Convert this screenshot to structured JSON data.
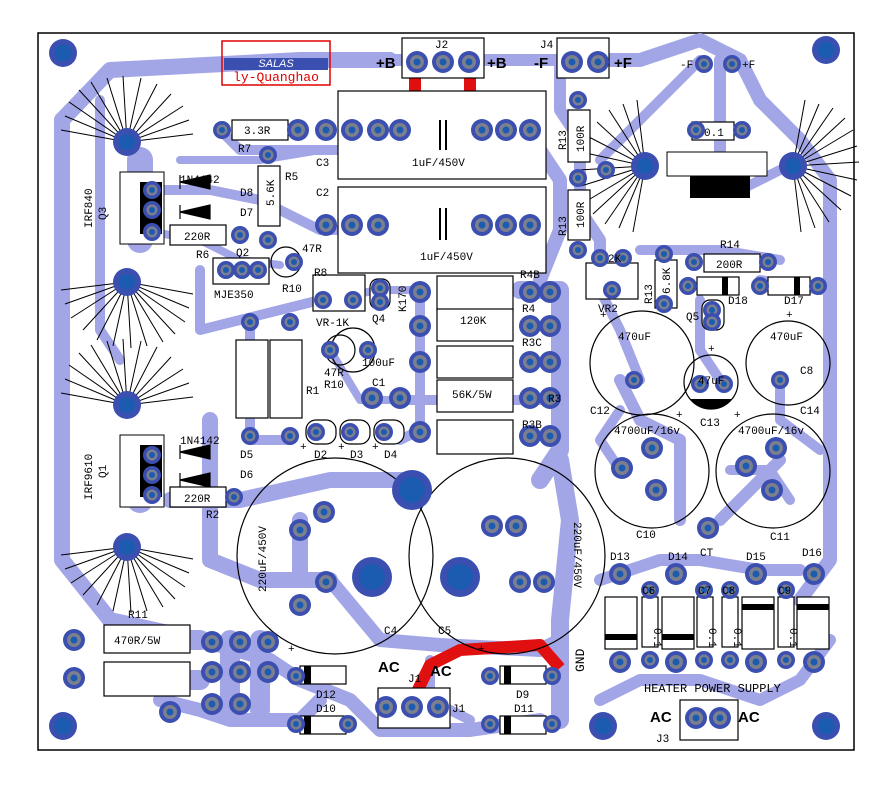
{
  "colors": {
    "trace": "#a3a6e6",
    "pad_outer": "#3b4fb0",
    "pad_mid": "#7b7f8e",
    "pad_hole": "#1c5cb0",
    "jumper": "#e01010",
    "outline": "#000000",
    "credit_box": "#e00000"
  },
  "credit": {
    "author": "SALAS",
    "modder": "ly-Quanghao"
  },
  "labels": {
    "j2": "J2",
    "b_plus_left": "+B",
    "b_plus_right": "+B",
    "j4": "J4",
    "f_minus": "-F",
    "f_plus": "+F",
    "f_minus_small": "-F",
    "f_plus_small": "+F",
    "r7_val": "3.3R",
    "r7": "R7",
    "c3": "C3",
    "c3_val": "1uF/450V",
    "r5": "R5",
    "r5_val": "5.6K",
    "c2": "C2",
    "c2_val": "1uF/450V",
    "d8_part": "1N4142",
    "d8": "D8",
    "d7": "D7",
    "irf840": "IRF840",
    "q3": "Q3",
    "r6_val": "220R",
    "r6": "R6",
    "q2": "Q2",
    "mje350": "MJE350",
    "r10_top_val": "47R",
    "r10_top": "R10",
    "r8": "R8",
    "vr1k": "VR-1K",
    "q4": "Q4",
    "k170": "K170",
    "r4b": "R4B",
    "r4": "R4",
    "r4_val": "120K",
    "r3c": "R3C",
    "r3": "R3",
    "r3_val": "56K/5W",
    "r3b": "R3B",
    "r10_val": "47R",
    "r10": "R10",
    "c1_val": "100uF",
    "c1": "C1",
    "r1": "R1",
    "d5_part": "1N4142",
    "d5": "D5",
    "d6": "D6",
    "irf9610": "IRF9610",
    "q1": "Q1",
    "r2_val": "220R",
    "r2": "R2",
    "d2": "D2",
    "d3": "D3",
    "d4": "D4",
    "c4_val": "220uF/450V",
    "c5_val": "220uF/450V",
    "c4": "C4",
    "c5": "C5",
    "r11": "R11",
    "r11_val": "470R/5W",
    "d12": "D12",
    "d10": "D10",
    "d9": "D9",
    "d11": "D11",
    "ac_left": "AC",
    "ac_right": "AC",
    "j1_top": "J1",
    "j1": "J1",
    "gnd": "GND",
    "r13_top_val": "100R",
    "r13_top": "R13",
    "r13_mid_val": "100R",
    "r13_mid": "R13",
    "c_01": "0.1",
    "vr2_val": "2K",
    "vr2": "VR2",
    "r13_6k8": "R13",
    "r13_6k8_val": "6.8K",
    "r14": "R14",
    "r14_val": "200R",
    "d18": "D18",
    "d17": "D17",
    "q5": "Q5",
    "c12_val": "470uF",
    "c12": "C12",
    "c8_val": "470uF",
    "c8": "C8",
    "c13_val": "47uF",
    "c13": "C13",
    "c14": "C14",
    "c10_val": "4700uF/16v",
    "c10": "C10",
    "c11_val": "4700uF/16v",
    "c11": "C11",
    "ct": "CT",
    "d13": "D13",
    "d14": "D14",
    "d15": "D15",
    "d16": "D16",
    "c6": "C6",
    "c7": "C7",
    "c8b": "C8",
    "c9": "C9",
    "c6_val": "0.1",
    "c7_val": "0.1",
    "c8b_val": "0.1",
    "c9_val": "0.1",
    "heater": "HEATER POWER SUPPLY",
    "j3": "J3",
    "j3_ac_left": "AC",
    "j3_ac_right": "AC",
    "plus": "+"
  }
}
